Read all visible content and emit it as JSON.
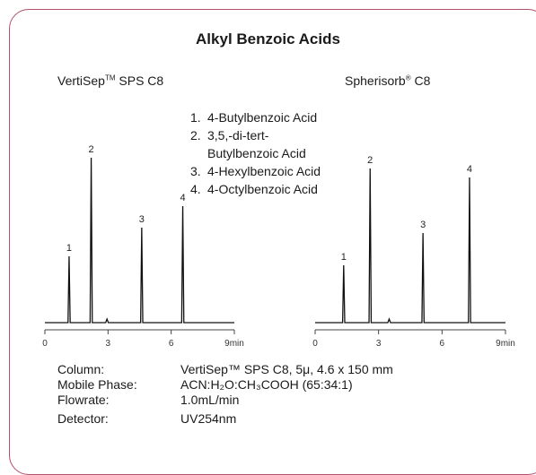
{
  "title": "Alkyl Benzoic Acids",
  "colors": {
    "frame": "#b0506a",
    "trace": "#111111"
  },
  "compounds": [
    {
      "num": "1.",
      "name": "4-Butylbenzoic Acid"
    },
    {
      "num": "2.",
      "name": "3,5,-di-tert-\nButylbenzoic Acid"
    },
    {
      "num": "3.",
      "name": "4-Hexylbenzoic Acid"
    },
    {
      "num": "4.",
      "name": "4-Octylbenzoic Acid"
    }
  ],
  "chart_data": [
    {
      "type": "line",
      "title": "VertiSep™ SPS C8",
      "title_main": "VertiSep",
      "title_sup": "TM",
      "title_rest": " SPS C8",
      "xlabel": "min",
      "xticks": [
        "0",
        "3",
        "6",
        "9min"
      ],
      "xlim": [
        0,
        9
      ],
      "ylim": [
        0,
        1
      ],
      "peaks": [
        {
          "label": "1",
          "rt": 1.15,
          "height": 0.37
        },
        {
          "label": "2",
          "rt": 2.2,
          "height": 0.92
        },
        {
          "label": "3",
          "rt": 4.6,
          "height": 0.53
        },
        {
          "label": "4",
          "rt": 6.55,
          "height": 0.65
        }
      ],
      "minor_peaks": [
        {
          "rt": 2.95,
          "height": 0.02
        }
      ]
    },
    {
      "type": "line",
      "title": "Spherisorb® C8",
      "title_main": "Spherisorb",
      "title_sup": "®",
      "title_rest": " C8",
      "xlabel": "min",
      "xticks": [
        "0",
        "3",
        "6",
        "9min"
      ],
      "xlim": [
        0,
        9
      ],
      "ylim": [
        0,
        1
      ],
      "peaks": [
        {
          "label": "1",
          "rt": 1.35,
          "height": 0.32
        },
        {
          "label": "2",
          "rt": 2.6,
          "height": 0.86
        },
        {
          "label": "3",
          "rt": 5.1,
          "height": 0.5
        },
        {
          "label": "4",
          "rt": 7.3,
          "height": 0.81
        }
      ],
      "minor_peaks": [
        {
          "rt": 3.5,
          "height": 0.02
        }
      ]
    }
  ],
  "conditions": [
    {
      "key": "Column:",
      "value": "VertiSep™ SPS C8, 5μ, 4.6 x 150 mm"
    },
    {
      "key": "Mobile Phase:",
      "value": "ACN:H₂O:CH₃COOH (65:34:1)"
    },
    {
      "key": "Flowrate:",
      "value": "1.0mL/min"
    },
    {
      "key": "Detector:",
      "value": "UV254nm"
    }
  ]
}
